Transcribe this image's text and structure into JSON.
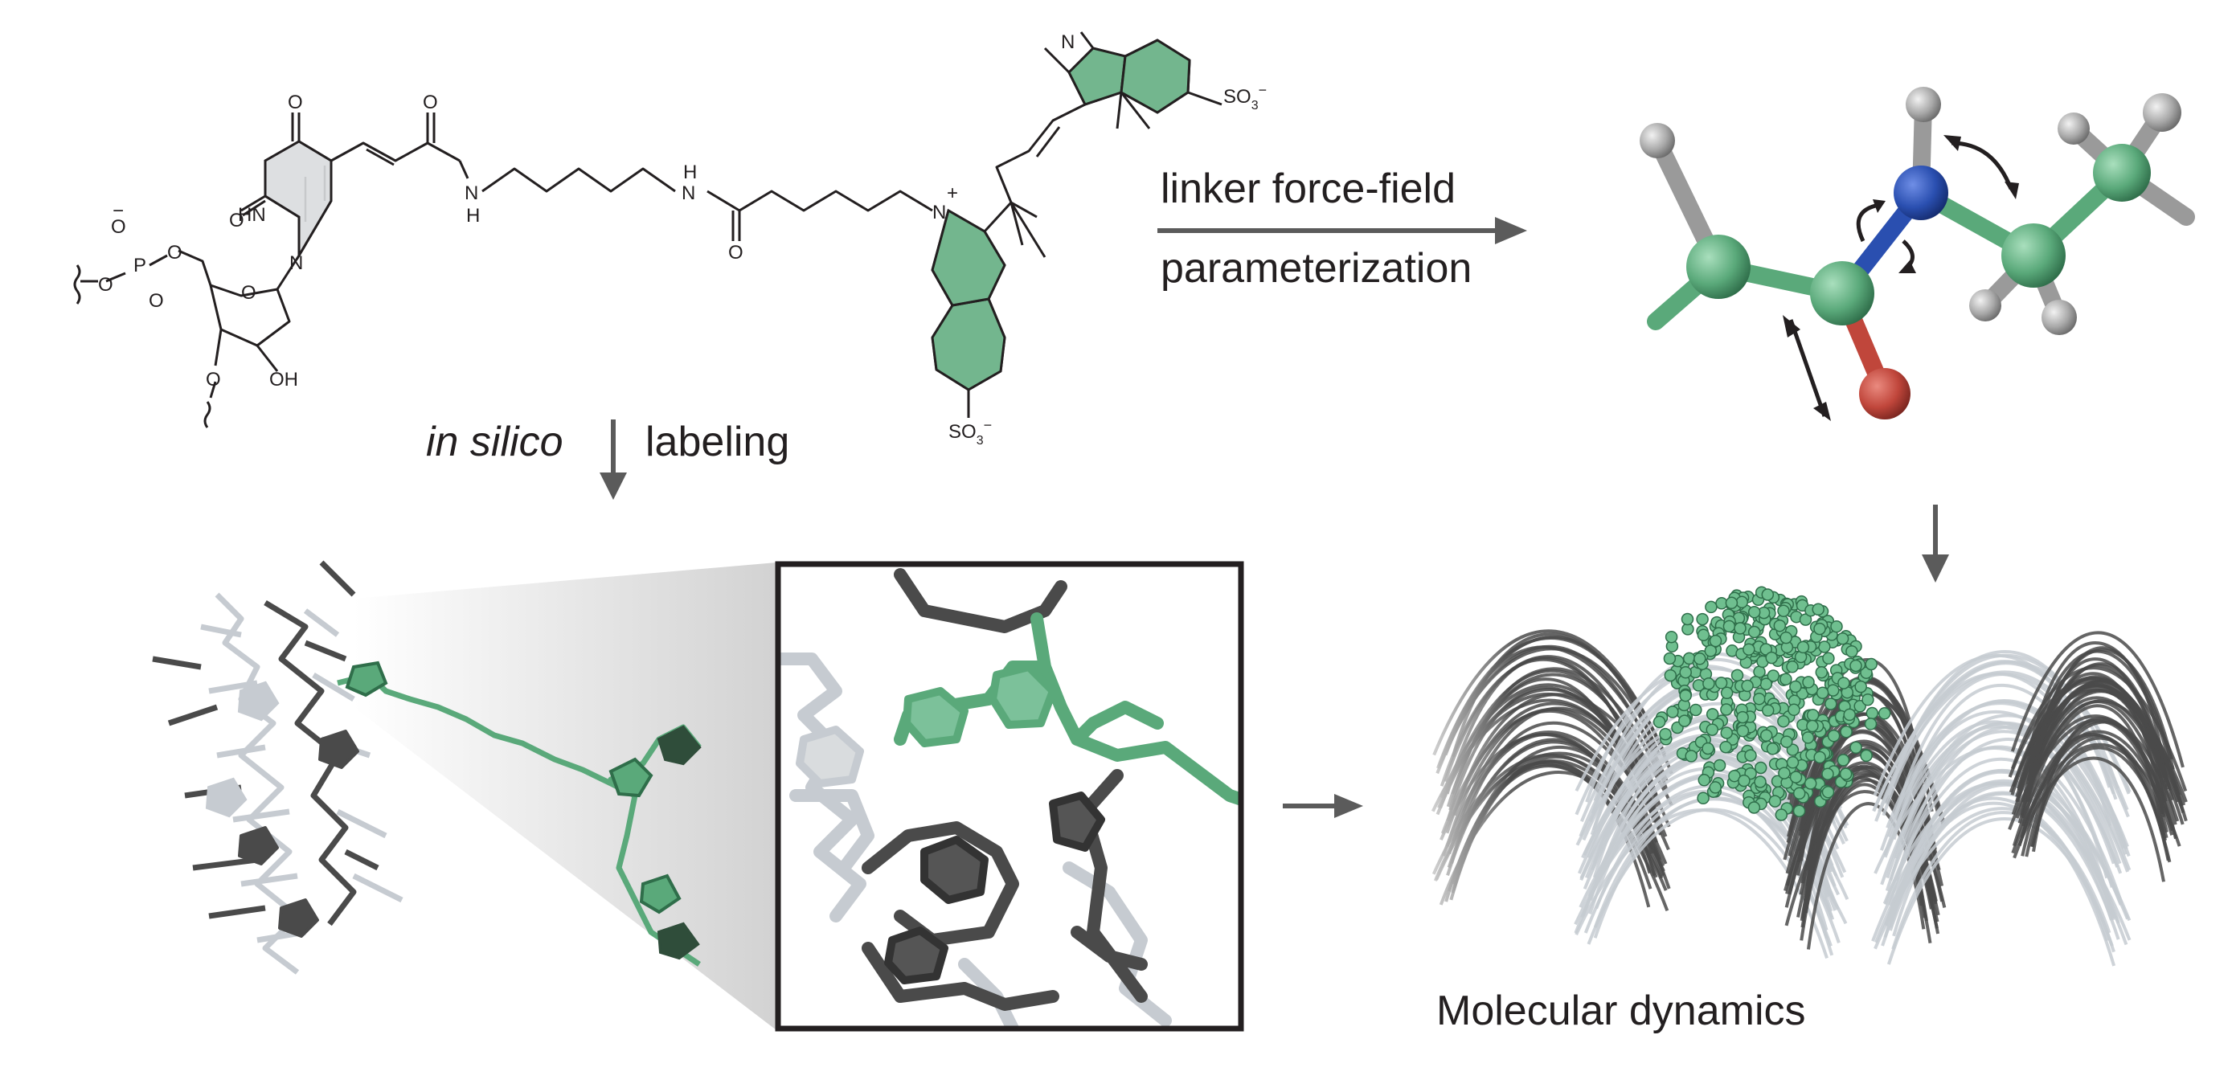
{
  "figure": {
    "arrow_top_label_line1": "linker force-field",
    "arrow_top_label_line2": "parameterization",
    "arrow_down_label_left": "in silico",
    "arrow_down_label_right": "labeling",
    "md_label": "Molecular dynamics"
  },
  "structure_atoms": {
    "o": "O",
    "p": "P",
    "o_minus": "O",
    "minus": "−",
    "hn": "HN",
    "n": "N",
    "h": "H",
    "nh_h": "H",
    "nh_n": "N",
    "oh": "OH",
    "so3": "SO",
    "sub3": "3",
    "plus": "+"
  },
  "colors": {
    "dye_green": "#5aa97a",
    "dye_green_light": "#7cc19a",
    "dna_dark": "#4a4a4a",
    "dna_light": "#c6cbd1",
    "oxygen_red": "#c0463b",
    "nitrogen_blue": "#2a4fb0",
    "hydrogen_gray": "#9a9a9a",
    "arrow_gray": "#5b5b5b"
  }
}
